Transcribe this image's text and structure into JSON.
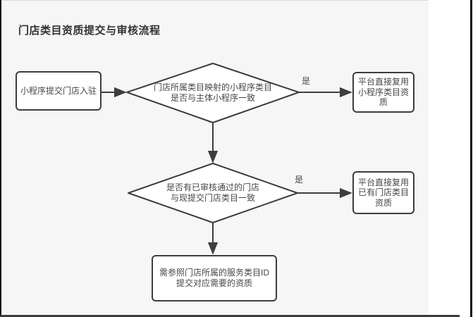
{
  "page": {
    "background_color": "#f6f6f7",
    "stroke_color": "#3d3d3d",
    "title": "门店类目资质提交与审核流程"
  },
  "flowchart": {
    "nodes": {
      "start": {
        "label": "小程序提交门店入驻"
      },
      "decision1": {
        "label": "门店所属类目映射的小程序类目\n是否与主体小程序一致"
      },
      "result1": {
        "label": "平台直接复用\n小程序类目资\n质"
      },
      "decision2": {
        "label": "是否有已审核通过的门店\n与现提交门店类目一致"
      },
      "result2": {
        "label": "平台直接复用\n已有门店类目\n资质"
      },
      "fallback": {
        "label": "需参照门店所属的服务类目ID\n提交对应需要的资质"
      }
    },
    "edge_labels": {
      "yes1": "是",
      "yes2": "是"
    }
  }
}
